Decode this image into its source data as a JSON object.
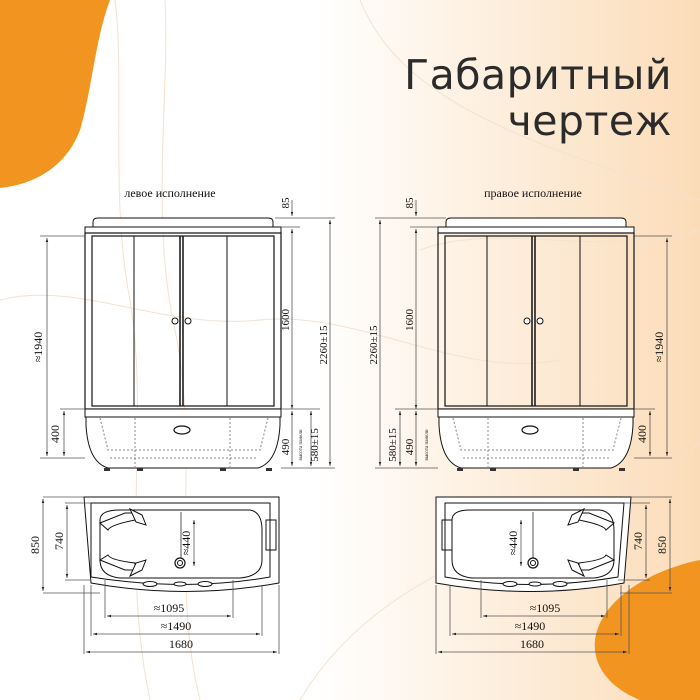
{
  "title": {
    "line1": "Габаритный",
    "line2": "чертеж"
  },
  "colors": {
    "accent": "#f29520",
    "warm_bg": "#fbe3c6",
    "line": "#111111",
    "dim_line": "#555555"
  },
  "left_view": {
    "label": "левое исполнение",
    "dims": {
      "top_cap": "85",
      "door_height": "1600",
      "total_height": "2260±15",
      "cabin_height": "≈1940",
      "tray_height": "400",
      "tub_height": "490",
      "tub_height_note": "высота панели",
      "base_height": "580±15"
    }
  },
  "right_view": {
    "label": "правое исполнение",
    "dims": {
      "top_cap": "85",
      "door_height": "1600",
      "total_height": "2260±15",
      "cabin_height": "≈1940",
      "tray_height": "400",
      "tub_height": "490",
      "tub_height_note": "высота панели",
      "base_height": "580±15"
    }
  },
  "left_plan": {
    "depth_total": "850",
    "depth_inner": "740",
    "bath_width": "≈440",
    "inner_length": "≈1095",
    "mid_length": "≈1490",
    "total_length": "1680"
  },
  "right_plan": {
    "depth_total": "850",
    "depth_inner": "740",
    "bath_width": "≈440",
    "inner_length": "≈1095",
    "mid_length": "≈1490",
    "total_length": "1680"
  }
}
